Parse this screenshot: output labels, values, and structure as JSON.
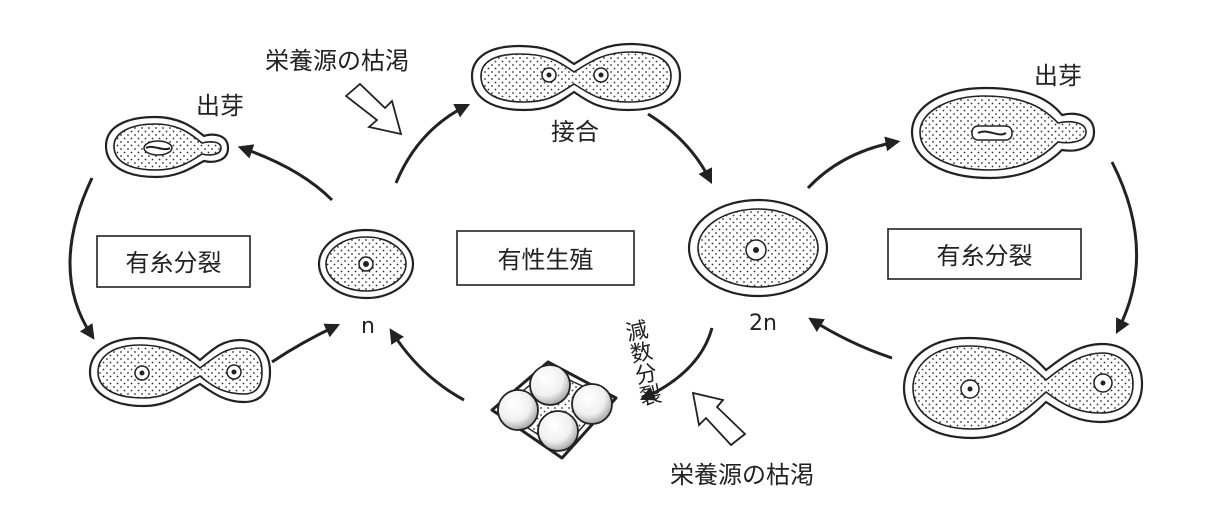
{
  "labels": {
    "starvation_top": "栄養源の枯渇",
    "starvation_bottom": "栄養源の枯渇",
    "budding_left": "出芽",
    "budding_right": "出芽",
    "conjugation": "接合",
    "haploid": "n",
    "diploid": "2n",
    "meiosis": "減数分裂"
  },
  "boxes": {
    "mitosis_left": "有糸分裂",
    "sexual_reproduction": "有性生殖",
    "mitosis_right": "有糸分裂"
  }
}
